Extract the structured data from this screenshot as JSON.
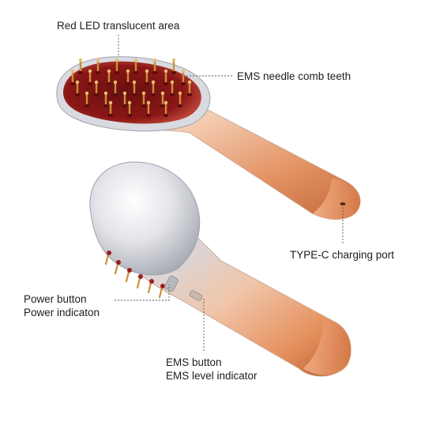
{
  "callouts": {
    "red_led": "Red LED translucent area",
    "comb_teeth": "EMS needle comb teeth",
    "typec": "TYPE-C charging port",
    "power_button": "Power button",
    "power_indicator": "Power indicaton",
    "ems_button": "EMS button",
    "ems_level": "EMS level indicator"
  },
  "colors": {
    "copper_light": "#f7d3b8",
    "copper_mid": "#e89a6b",
    "copper_dark": "#b85a2c",
    "silver": "#eceef2",
    "red_led": "#9b1d1b",
    "gold_pin": "#d9a54a"
  }
}
